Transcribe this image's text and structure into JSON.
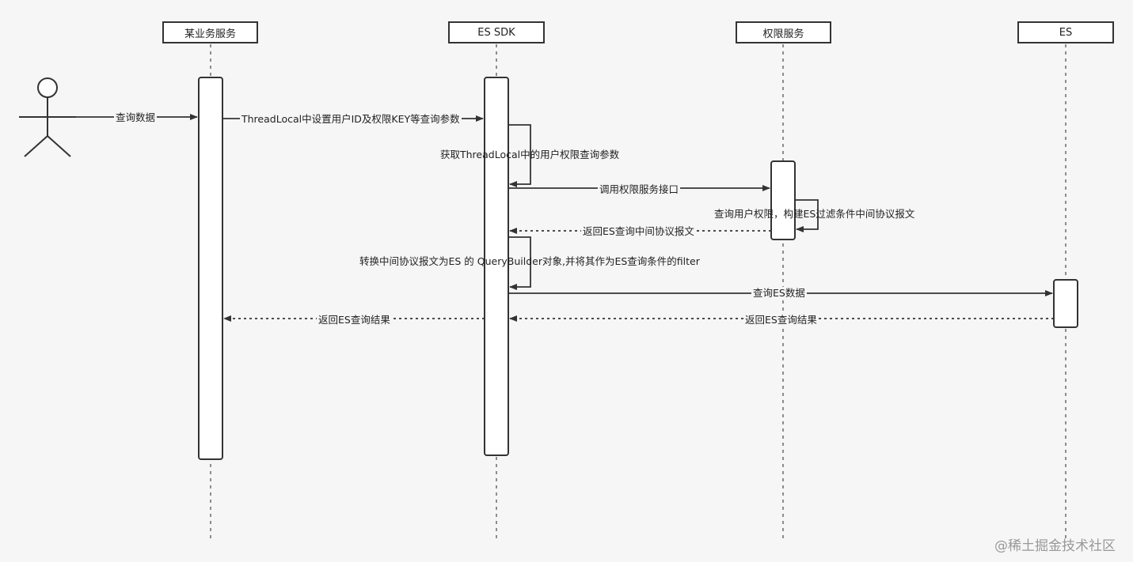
{
  "participants": {
    "business": "某业务服务",
    "sdk": "ES SDK",
    "auth": "权限服务",
    "es": "ES"
  },
  "messages": {
    "m1": "查询数据",
    "m2": "ThreadLocal中设置用户ID及权限KEY等查询参数",
    "m3": "获取ThreadLocal中的用户权限查询参数",
    "m4": "调用权限服务接口",
    "m5": "查询用户权限，构建ES过滤条件中间协议报文",
    "m6": "返回ES查询中间协议报文",
    "m7": "转换中间协议报文为ES 的 QueryBuilder对象,并将其作为ES查询条件的filter",
    "m8": "查询ES数据",
    "m9": "返回ES查询结果",
    "m10": "返回ES查询结果"
  },
  "watermark": "@稀土掘金技术社区",
  "colors": {
    "line": "#333333",
    "background": "#f6f6f6"
  }
}
